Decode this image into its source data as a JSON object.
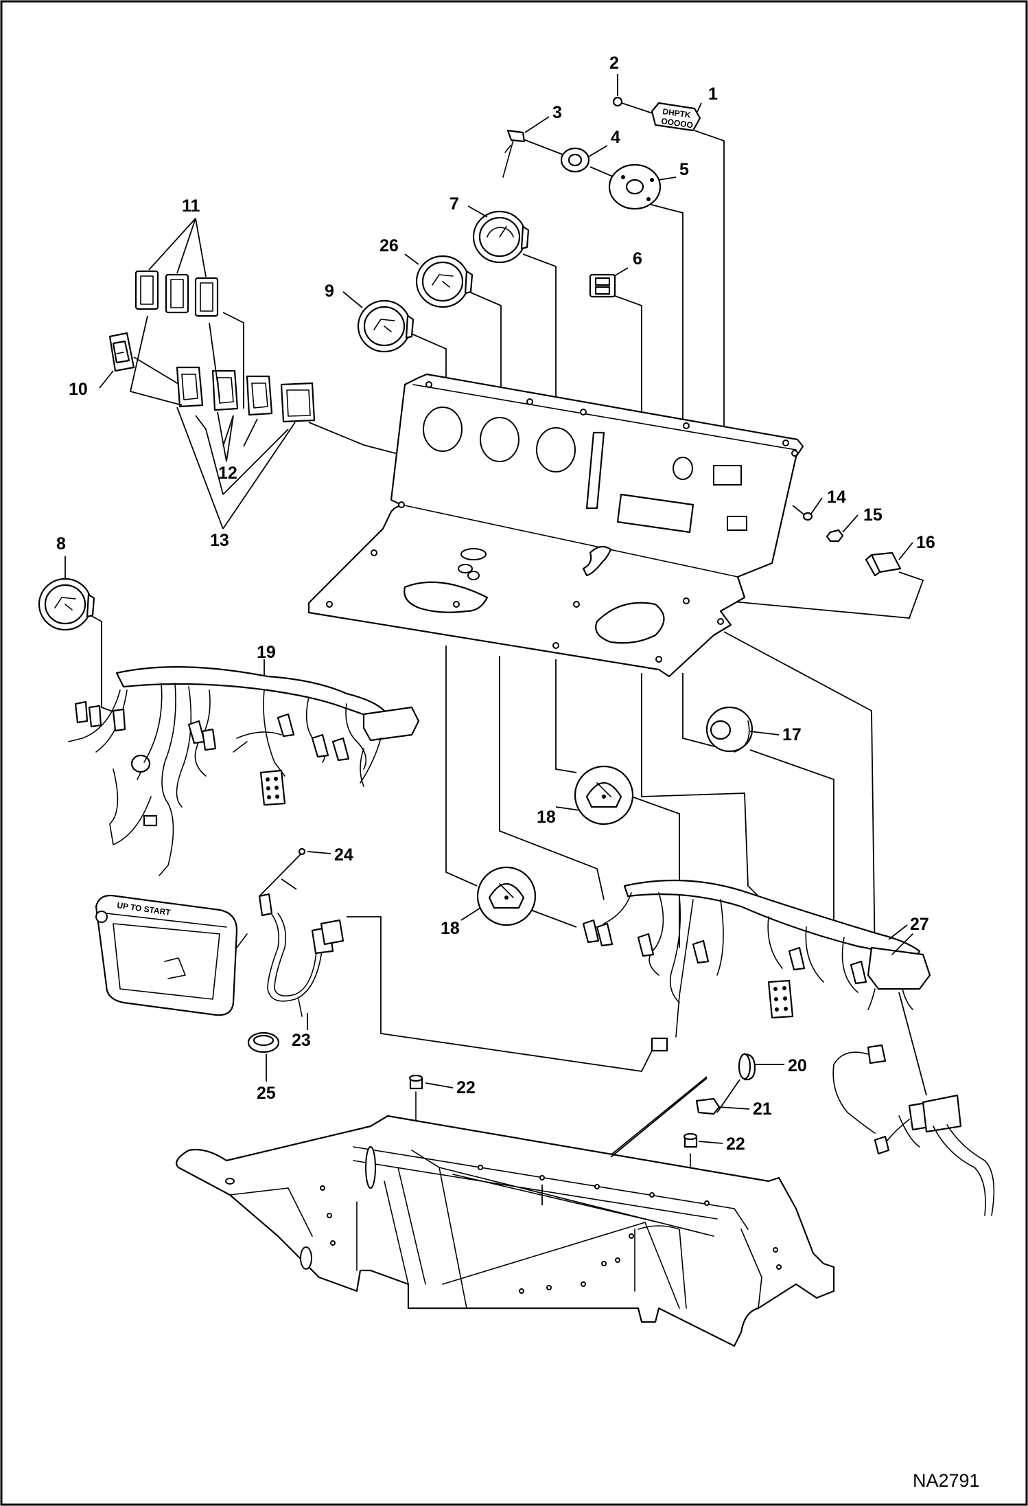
{
  "figure": {
    "reference_code": "NA2791"
  },
  "callouts": [
    {
      "id": "1",
      "label": "1"
    },
    {
      "id": "2",
      "label": "2"
    },
    {
      "id": "3",
      "label": "3"
    },
    {
      "id": "4",
      "label": "4"
    },
    {
      "id": "5",
      "label": "5"
    },
    {
      "id": "6",
      "label": "6"
    },
    {
      "id": "7",
      "label": "7"
    },
    {
      "id": "8",
      "label": "8"
    },
    {
      "id": "9",
      "label": "9"
    },
    {
      "id": "10",
      "label": "10"
    },
    {
      "id": "11",
      "label": "11"
    },
    {
      "id": "12",
      "label": "12"
    },
    {
      "id": "13",
      "label": "13"
    },
    {
      "id": "14",
      "label": "14"
    },
    {
      "id": "15",
      "label": "15"
    },
    {
      "id": "16",
      "label": "16"
    },
    {
      "id": "17",
      "label": "17"
    },
    {
      "id": "18a",
      "label": "18"
    },
    {
      "id": "18b",
      "label": "18"
    },
    {
      "id": "19",
      "label": "19"
    },
    {
      "id": "20",
      "label": "20"
    },
    {
      "id": "21",
      "label": "21"
    },
    {
      "id": "22a",
      "label": "22"
    },
    {
      "id": "22b",
      "label": "22"
    },
    {
      "id": "23",
      "label": "23"
    },
    {
      "id": "24",
      "label": "24"
    },
    {
      "id": "25",
      "label": "25"
    },
    {
      "id": "26",
      "label": "26"
    },
    {
      "id": "27",
      "label": "27"
    }
  ],
  "part_markings": {
    "seat_bar_label": "UP TO START"
  }
}
